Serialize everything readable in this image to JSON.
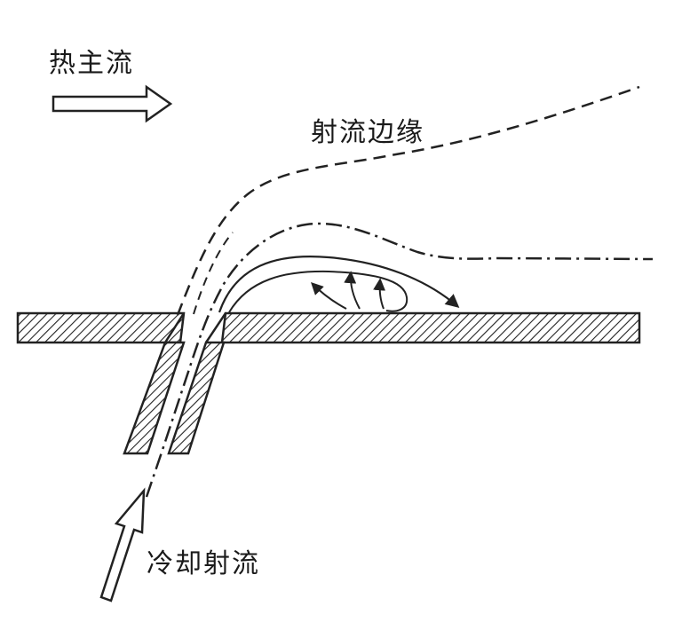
{
  "labels": {
    "hot_mainstream": "热主流",
    "jet_edge": "射流边缘",
    "cooling_jet": "冷却射流"
  },
  "colors": {
    "stroke": "#222222",
    "background": "#ffffff"
  }
}
